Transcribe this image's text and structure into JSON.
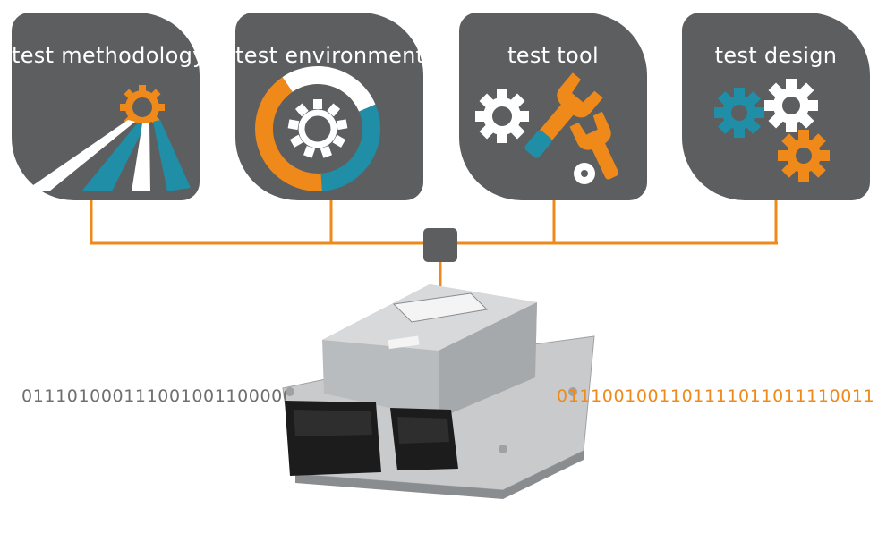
{
  "cards": [
    {
      "title": "test methodology",
      "icon": "road-gear-icon"
    },
    {
      "title": "test environment",
      "icon": "gear-ring-icon"
    },
    {
      "title": "test tool",
      "icon": "gear-wrench-icon"
    },
    {
      "title": "test design",
      "icon": "three-gears-icon"
    }
  ],
  "bitstreams": {
    "input": "0111010001110010011000001",
    "output": "0111001001101111011011110011"
  },
  "colors": {
    "card": "#5d5e60",
    "accent_orange": "#ef8a1a",
    "accent_teal": "#1f8ea6",
    "white": "#ffffff"
  }
}
